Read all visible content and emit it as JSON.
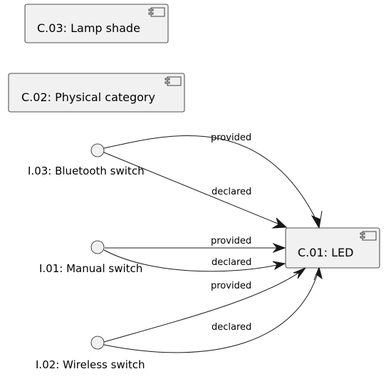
{
  "components": [
    {
      "id": "c03",
      "label": "C.03: Lamp shade"
    },
    {
      "id": "c02",
      "label": "C.02: Physical category"
    },
    {
      "id": "c01",
      "label": "C.01: LED"
    }
  ],
  "interfaces": [
    {
      "id": "i03",
      "label": "I.03: Bluetooth switch"
    },
    {
      "id": "i01",
      "label": "I.01: Manual switch"
    },
    {
      "id": "i02",
      "label": "I.02: Wireless switch"
    }
  ],
  "edges": [
    {
      "from": "I.03",
      "to": "C.01",
      "label": "provided"
    },
    {
      "from": "I.03",
      "to": "C.01",
      "label": "declared"
    },
    {
      "from": "I.01",
      "to": "C.01",
      "label": "provided"
    },
    {
      "from": "I.01",
      "to": "C.01",
      "label": "declared"
    },
    {
      "from": "I.02",
      "to": "C.01",
      "label": "provided"
    },
    {
      "from": "I.02",
      "to": "C.01",
      "label": "declared"
    }
  ],
  "colors": {
    "node_fill": "#f1f1f1",
    "stroke": "#181818"
  }
}
